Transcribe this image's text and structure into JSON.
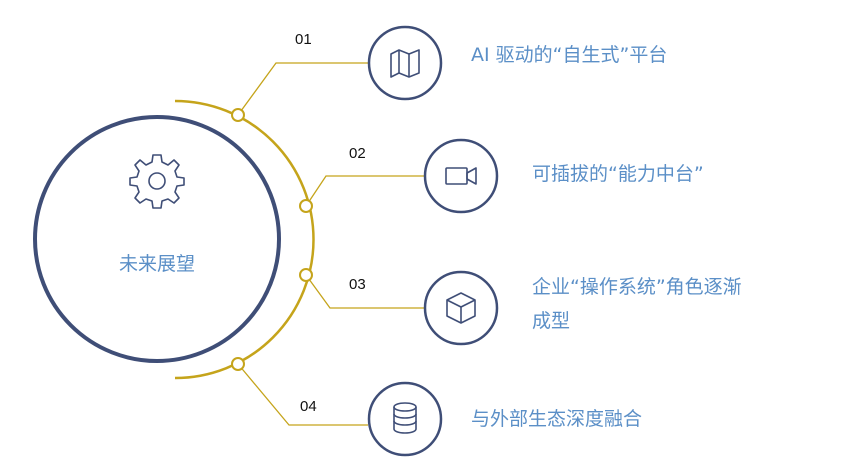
{
  "center": {
    "label": "未来展望",
    "icon": "gear-icon"
  },
  "items": [
    {
      "num": "01",
      "text": [
        "AI 驱动的“自生式”平台"
      ],
      "icon": "map-icon"
    },
    {
      "num": "02",
      "text": [
        "可插拔的“能力中台”"
      ],
      "icon": "video-camera-icon"
    },
    {
      "num": "03",
      "text": [
        "企业“操作系统”角色逐渐",
        "成型"
      ],
      "icon": "cube-icon"
    },
    {
      "num": "04",
      "text": [
        "与外部生态深度融合"
      ],
      "icon": "database-icon"
    }
  ],
  "colors": {
    "navy": "#3f4e77",
    "gold": "#c5a41b",
    "text": "#5b8fc7",
    "numbers": "#111111"
  }
}
